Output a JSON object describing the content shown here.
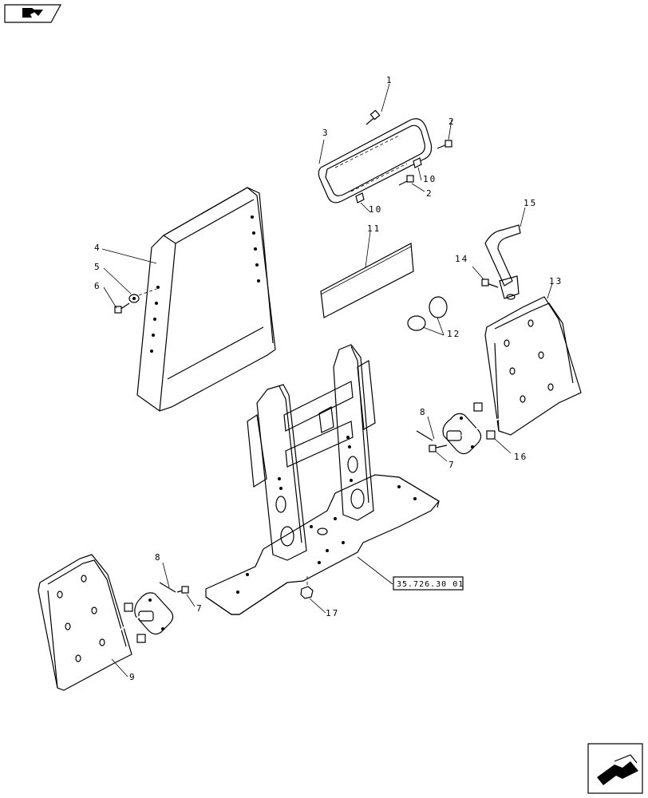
{
  "callouts": {
    "c1": "1",
    "c2a": "2",
    "c2b": "2",
    "c3": "3",
    "c4": "4",
    "c5": "5",
    "c6": "6",
    "c7a": "7",
    "c7b": "7",
    "c8a": "8",
    "c8b": "8",
    "c9": "9",
    "c10a": "10",
    "c10b": "10",
    "c11": "11",
    "c12": "12",
    "c13": "13",
    "c14": "14",
    "c15": "15",
    "c16": "16",
    "c17": "17"
  },
  "reference": {
    "label": "35.726.30 01"
  },
  "icons": {
    "top": "page-flip-icon",
    "bottom": "next-page-arrow-icon"
  }
}
